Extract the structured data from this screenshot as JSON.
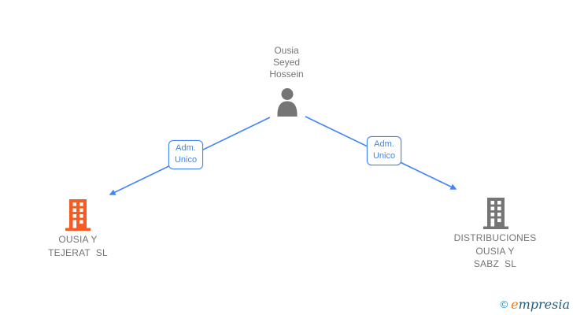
{
  "diagram": {
    "person": {
      "name": "Ousia\nSeyed\nHossein"
    },
    "edges": [
      {
        "label": "Adm.\nUnico",
        "from": "Ousia Seyed Hossein",
        "to": "OUSIA Y TEJERAT SL"
      },
      {
        "label": "Adm.\nUnico",
        "from": "Ousia Seyed Hossein",
        "to": "DISTRIBUCIONES OUSIA Y SABZ SL"
      }
    ],
    "companies": [
      {
        "name": "OUSIA Y\nTEJERAT  SL"
      },
      {
        "name": "DISTRIBUCIONES\nOUSIA Y\nSABZ  SL"
      }
    ]
  },
  "colors": {
    "edge_blue": "#4285F4",
    "node_gray": "#757575",
    "company_left_orange": "#F75B22",
    "company_right_gray": "#757575",
    "logo_copyright": "#2E86AB",
    "logo_first_letter": "#F07818",
    "logo_rest": "#1C5D7A"
  },
  "footer": {
    "copyright": "©",
    "brand_first": "e",
    "brand_rest": "mpresia"
  }
}
